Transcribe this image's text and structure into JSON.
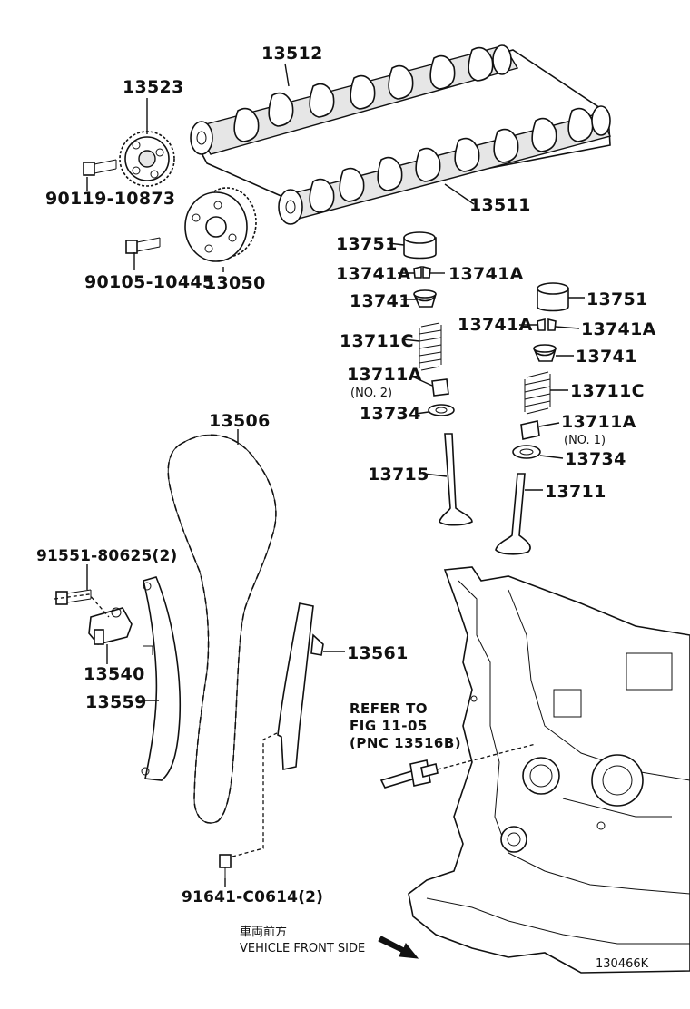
{
  "parts": {
    "camshaft_exhaust": "13512",
    "camshaft_intake": "13511",
    "sprocket": "13523",
    "bolt_sprocket": "90119-10873",
    "vvt_gear": "13050",
    "bolt_vvt": "90105-10445",
    "chain": "13506",
    "bolt_pivot": "91551-80625(2)",
    "tensioner": "13540",
    "slipper_guide": "13559",
    "vibration_damper": "13561",
    "bolt_damper": "91641-C0614(2)",
    "lifter_left": "13751",
    "key_left_a": "13741A",
    "key_left_b": "13741A",
    "retainer_left": "13741",
    "spring_left": "13711C",
    "seat_left": "13711A",
    "seat_left_note": "(NO. 2)",
    "washer_left": "13734",
    "valve_left": "13715",
    "lifter_right": "13751",
    "key_right_a": "13741A",
    "key_right_b": "13741A",
    "retainer_right": "13741",
    "spring_right": "13711C",
    "seat_right": "13711A",
    "seat_right_note": "(NO. 1)",
    "washer_right": "13734",
    "valve_right": "13711"
  },
  "refer": {
    "line1": "REFER TO",
    "line2": "FIG 11-05",
    "line3": "(PNC 13516B)"
  },
  "direction": {
    "japanese": "車両前方",
    "english": "VEHICLE FRONT SIDE"
  },
  "figure_id": "130466K"
}
